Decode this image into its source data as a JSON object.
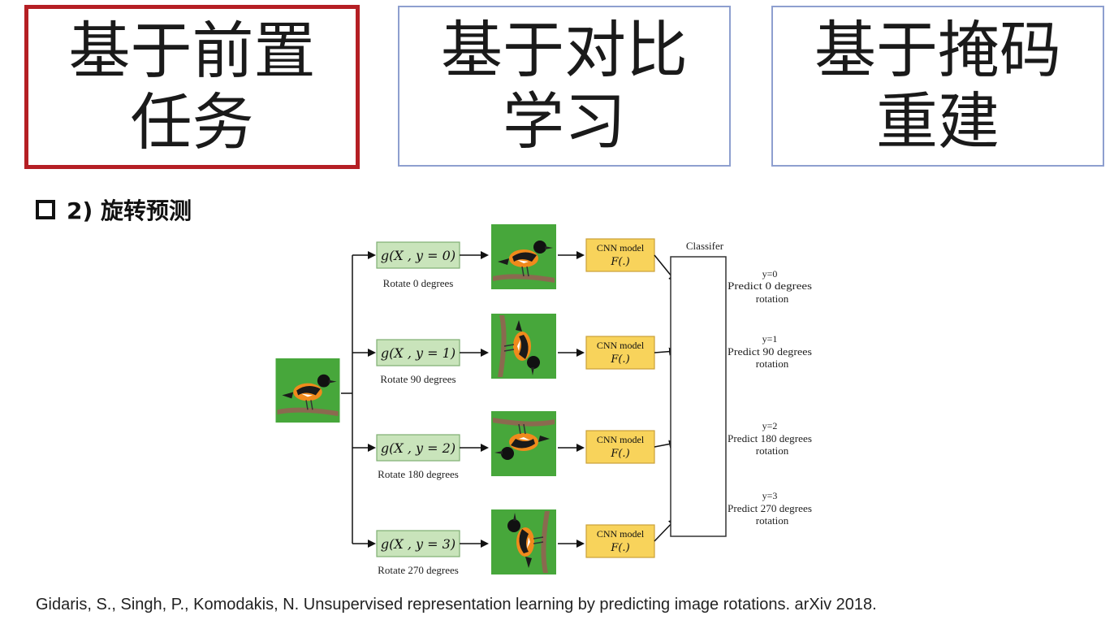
{
  "cards": [
    {
      "lines": [
        "基于前置",
        "任务"
      ],
      "active": true
    },
    {
      "lines": [
        "基于对比",
        "学习"
      ],
      "active": false
    },
    {
      "lines": [
        "基于掩码",
        "重建"
      ],
      "active": false
    }
  ],
  "section": {
    "title": "2) 旋转预测"
  },
  "diagram": {
    "classifier_label": "Classifer",
    "branches": [
      {
        "g_label": "g(X , y = 0)",
        "caption": "Rotate 0 degrees",
        "rotation": 0,
        "cnn_line1": "CNN model",
        "cnn_line2": "F(.)",
        "y_label": "y=0",
        "predict_line1": "Predict 0 degrees",
        "predict_line2": "rotation"
      },
      {
        "g_label": "g(X , y = 1)",
        "caption": "Rotate 90 degrees",
        "rotation": 90,
        "cnn_line1": "CNN model",
        "cnn_line2": "F(.)",
        "y_label": "y=1",
        "predict_line1": "Predict 90 degrees",
        "predict_line2": "rotation"
      },
      {
        "g_label": "g(X , y = 2)",
        "caption": "Rotate 180 degrees",
        "rotation": 180,
        "cnn_line1": "CNN model",
        "cnn_line2": "F(.)",
        "y_label": "y=2",
        "predict_line1": "Predict 180 degrees",
        "predict_line2": "rotation"
      },
      {
        "g_label": "g(X , y = 3)",
        "caption": "Rotate 270 degrees",
        "rotation": 270,
        "cnn_line1": "CNN model",
        "cnn_line2": "F(.)",
        "y_label": "y=3",
        "predict_line1": "Predict 270 degrees",
        "predict_line2": "rotation"
      }
    ],
    "colors": {
      "g_box_fill": "#c9e4bb",
      "g_box_stroke": "#7fae72",
      "cnn_fill": "#f8d35b",
      "cnn_stroke": "#caa13a",
      "circle_fill": "#b9dde3",
      "circle_stroke": "#333333",
      "bird_bg": "#3f9e34"
    }
  },
  "citation": "Gidaris, S., Singh, P., Komodakis, N. Unsupervised representation learning by predicting image rotations. arXiv 2018."
}
